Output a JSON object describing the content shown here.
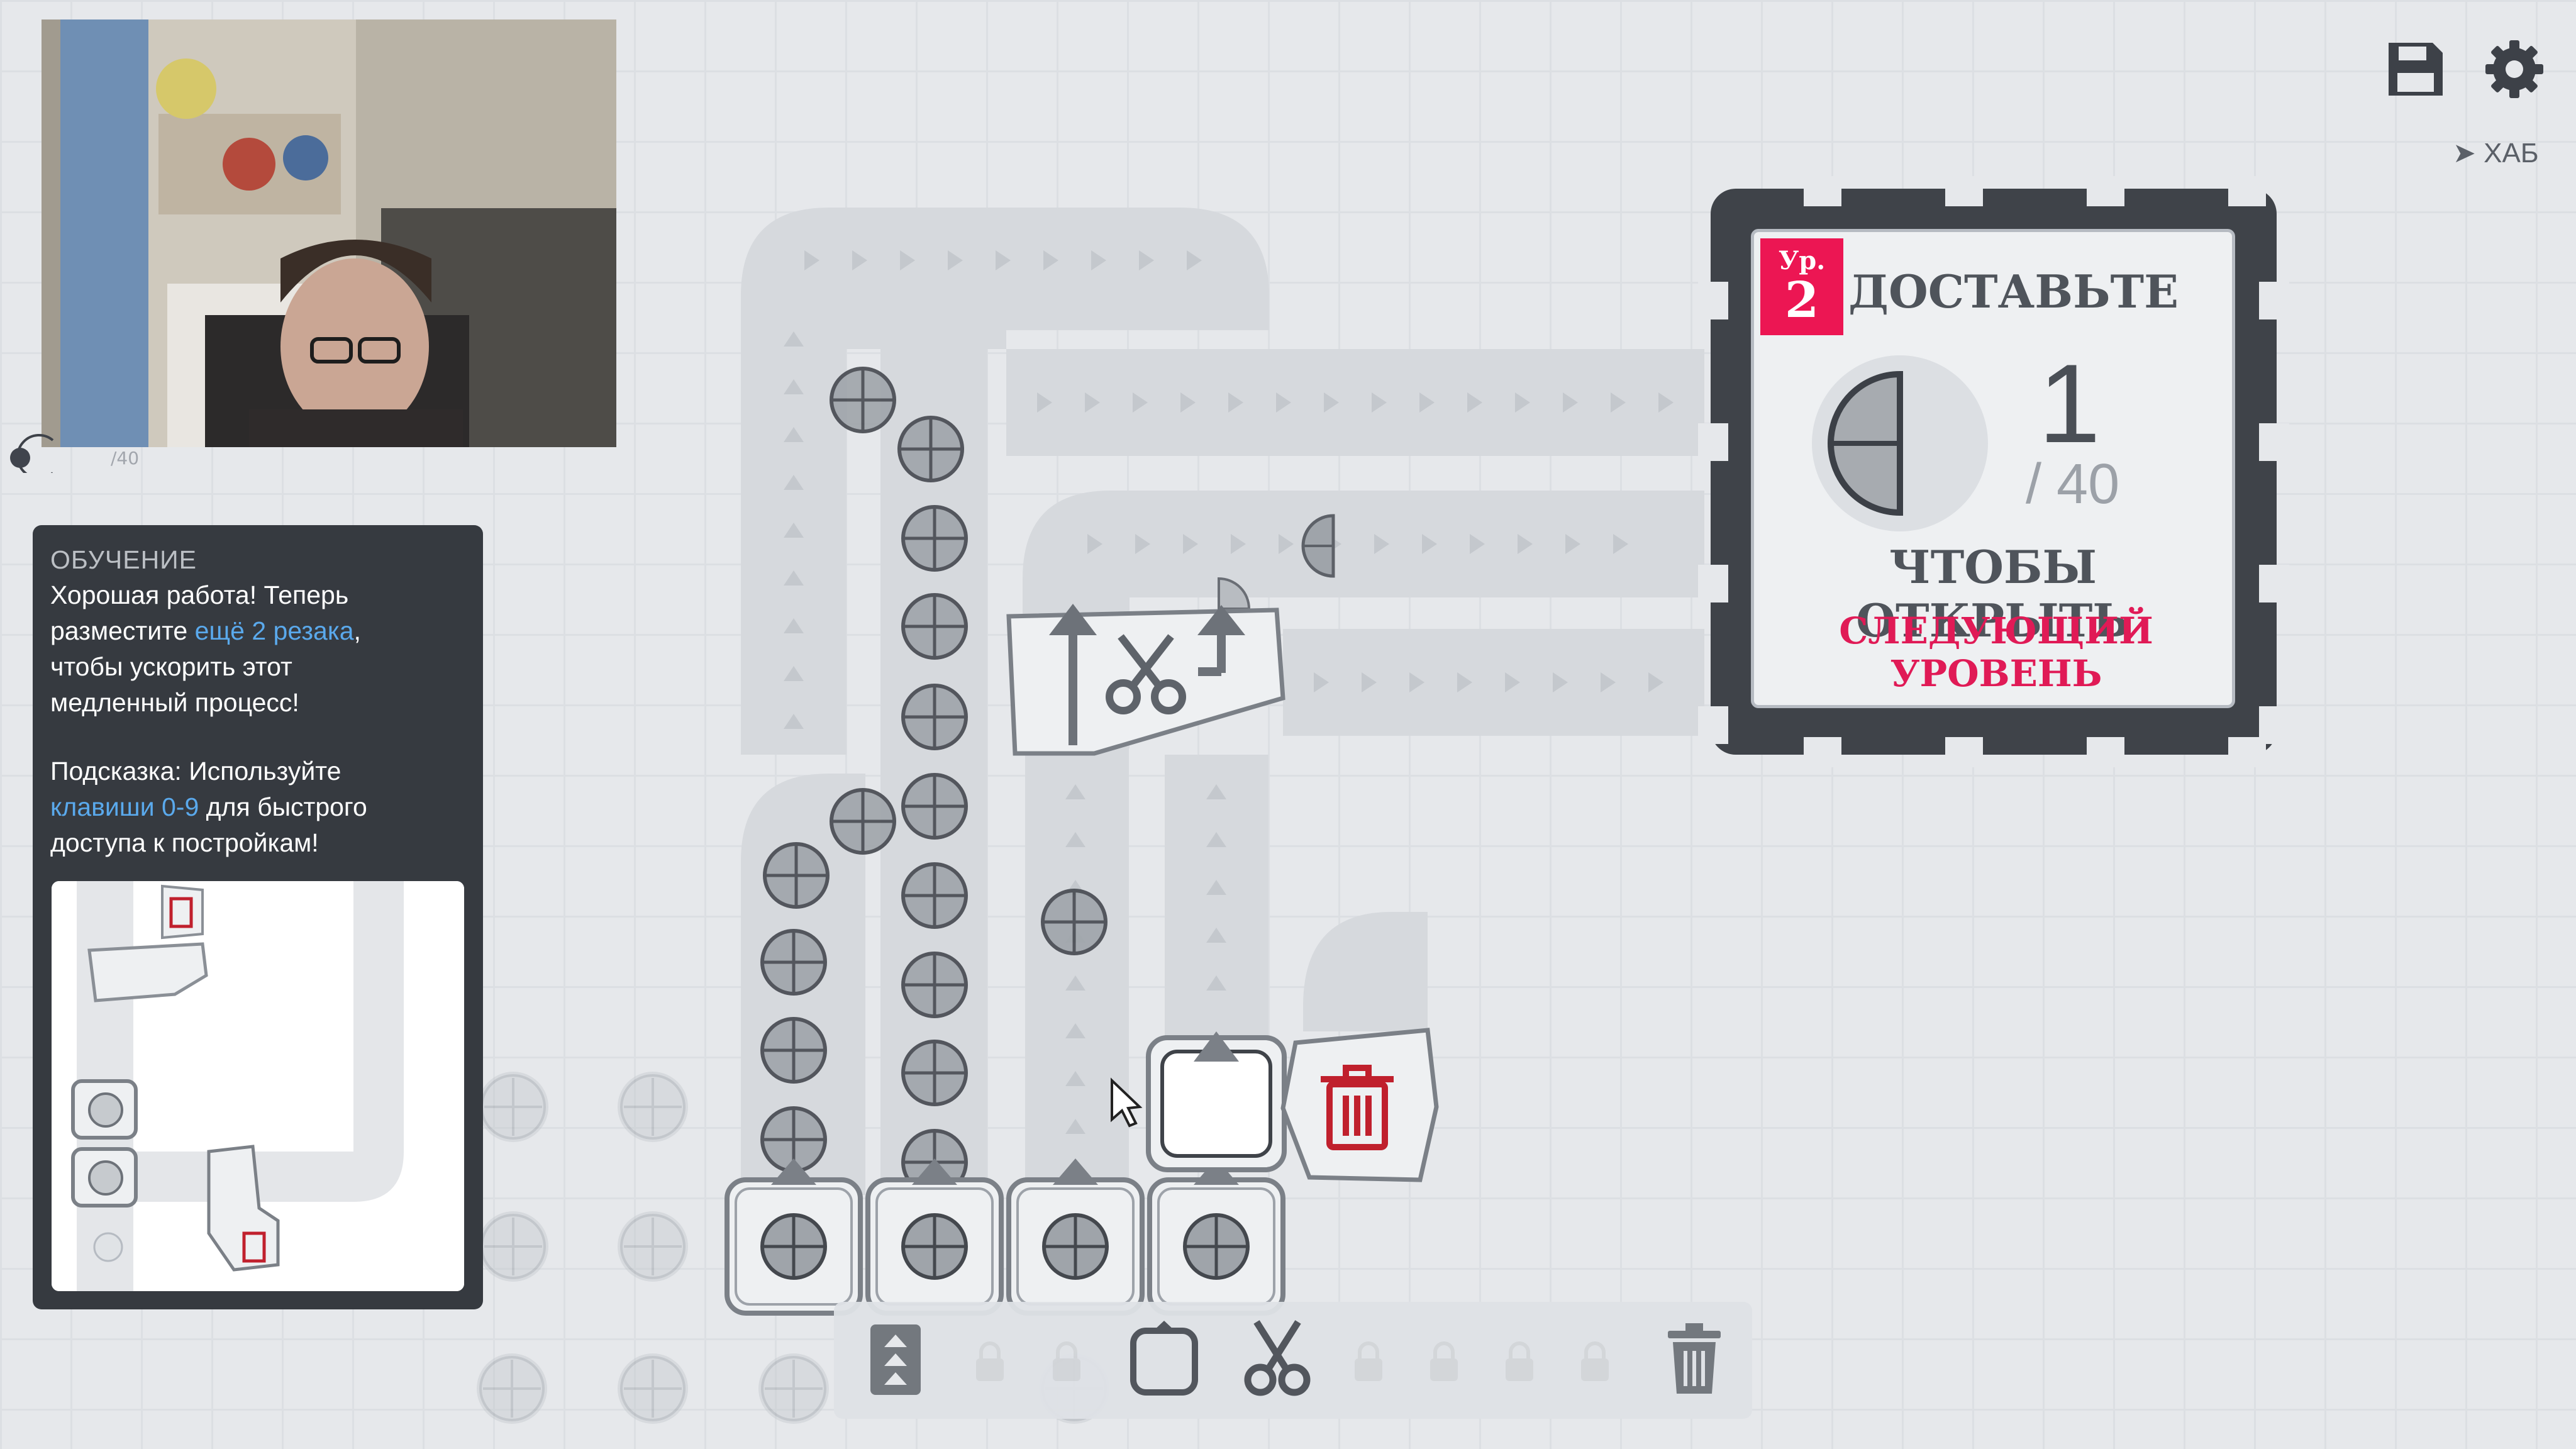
{
  "webcam": {
    "name": "webcam-overlay"
  },
  "mini_stats": {
    "count": "/40"
  },
  "tutorial": {
    "label": "ОБУЧЕНИЕ",
    "line1": "Хорошая работа! Теперь",
    "line2_pre": "разместите ",
    "line2_hl": "ещё 2 резака",
    "line2_post": ",",
    "line3": "чтобы ускорить этот",
    "line4": "медленный процесс!",
    "hint1": "Подсказка: Используйте",
    "hint2_hl": "клавиши 0-9",
    "hint2_post": " для быстрого",
    "hint3": "доступа к постройкам!"
  },
  "top_controls": {
    "save_icon": "save-icon",
    "settings_icon": "gear-icon",
    "hub_label": "ХАБ"
  },
  "goal": {
    "level_prefix": "Ур.",
    "level": "2",
    "title": "ДОСТАВЬТЕ",
    "delivered": "1",
    "slash": "/",
    "required": "40",
    "unlock_line": "ЧТОБЫ ОТКРЫТЬ",
    "next_line": "СЛЕДУЮЩИЙ УРОВЕНЬ",
    "shape": "half-circle-shape",
    "progress": 0.025
  },
  "toolbar": {
    "items": [
      "belt-icon",
      "lock-icon",
      "lock-icon",
      "rotator-icon",
      "cutter-icon",
      "lock-icon",
      "lock-icon",
      "lock-icon",
      "lock-icon",
      "trash-icon"
    ]
  },
  "colors": {
    "background": "#e6e8eb",
    "tutorial_bg": "#363a40",
    "highlight": "#5aa9ec",
    "level_badge": "#ec1653",
    "next_level_text": "#e01a56",
    "trash_red": "#c0202d"
  }
}
